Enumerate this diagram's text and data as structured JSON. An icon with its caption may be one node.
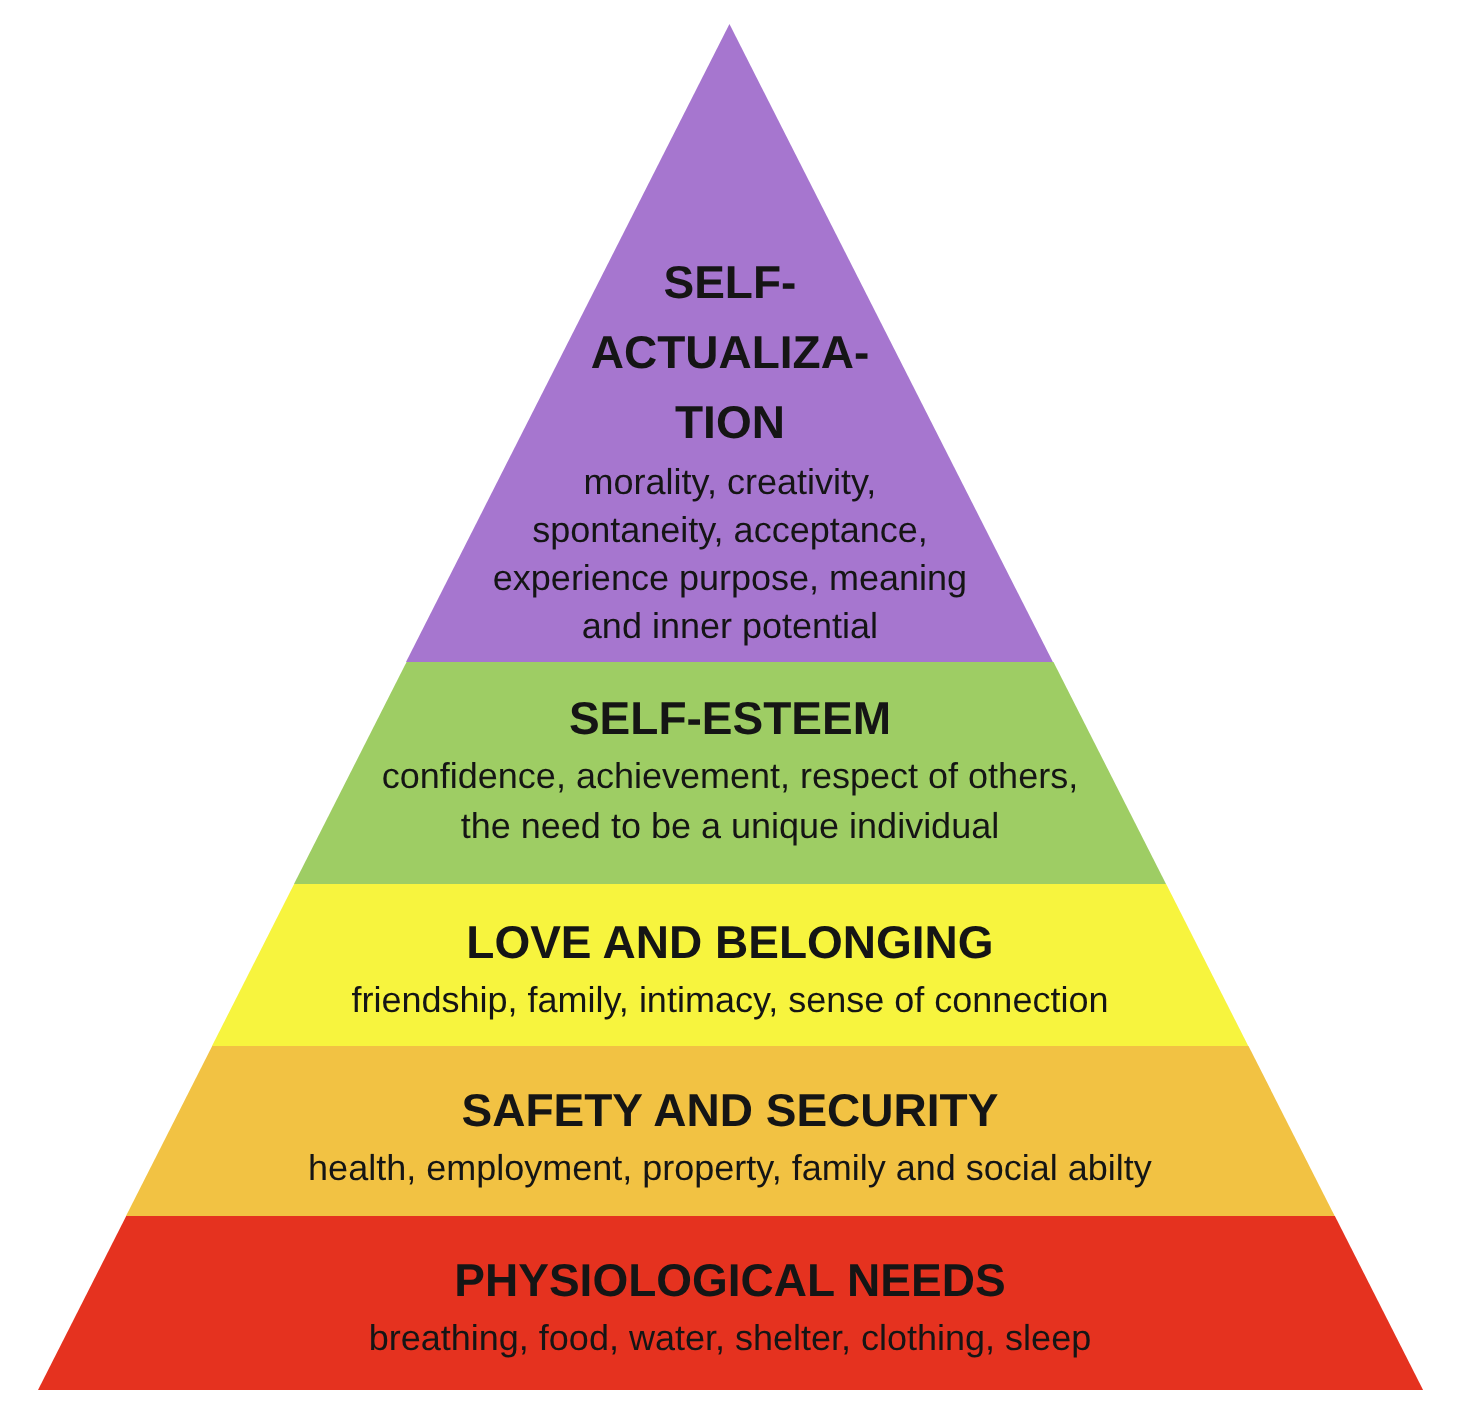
{
  "diagram": {
    "nodes": [
      {
        "text": [
          "SELF- ACTUALIZA- TION",
          "morality, creativity, spontaneity, acceptance, experience purpose, meaning and inner potential"
        ]
      },
      {
        "text": [
          "SELF-ESTEEM",
          "confidence, achievement, respect of others, the need to be a unique individual"
        ]
      },
      {
        "text": [
          "LOVE AND BELONGING",
          "friendship, family, intimacy, sense of connection"
        ]
      },
      {
        "text": [
          "SAFETY AND SECURITY",
          "health, employment, property, family and social abilty"
        ]
      },
      {
        "text": [
          "PHYSIOLOGICAL NEEDS",
          "breathing, food, water, shelter, clothing, sleep"
        ]
      }
    ]
  }
}
